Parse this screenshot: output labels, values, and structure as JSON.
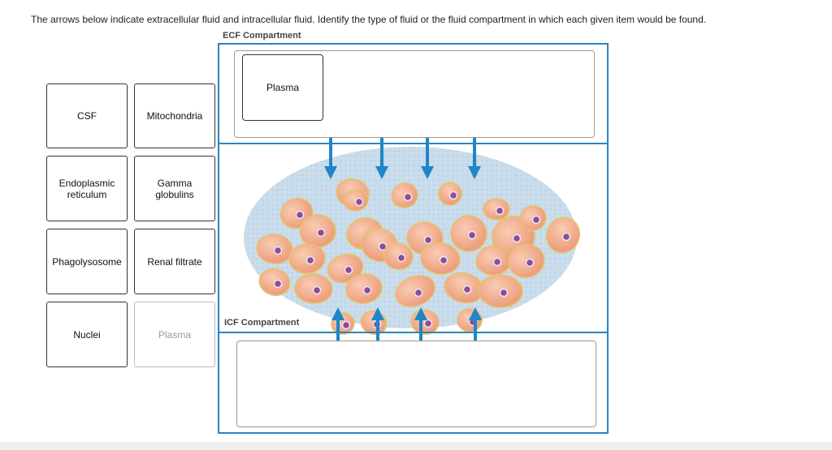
{
  "instructions": "The arrows below indicate extracellular fluid and intracellular fluid. Identify the type of fluid or the fluid compartment in which each given item would be found.",
  "ecf_label": "ECF Compartment",
  "icf_label": "ICF Compartment",
  "tiles": [
    {
      "label": "CSF",
      "used": false
    },
    {
      "label": "Mitochondria",
      "used": false
    },
    {
      "label": "Endoplasmic reticulum",
      "used": false
    },
    {
      "label": "Gamma globulins",
      "used": false
    },
    {
      "label": "Phagolysosome",
      "used": false
    },
    {
      "label": "Renal filtrate",
      "used": false
    },
    {
      "label": "Nuclei",
      "used": false
    },
    {
      "label": "Plasma",
      "used": true
    }
  ],
  "ecf_dropzone": {
    "placed_items": [
      "Plasma"
    ]
  },
  "icf_dropzone": {
    "placed_items": []
  },
  "colors": {
    "frame": "#2a84c0",
    "arrow": "#1f86c7",
    "ecf_fluid": "#c9dcec",
    "cell_fill": "#f2b08f",
    "cell_outline": "#e4c46a",
    "nucleus": "#8a4e97"
  }
}
